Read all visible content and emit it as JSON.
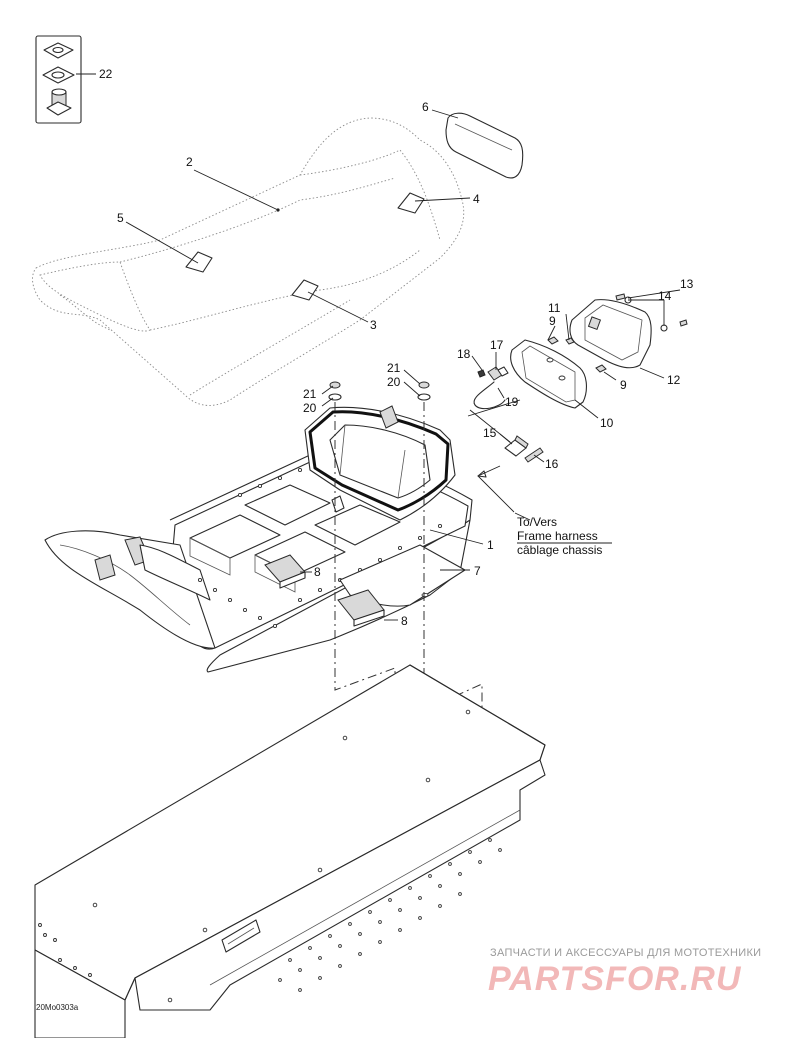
{
  "callouts": {
    "c1": "1",
    "c2": "2",
    "c3": "3",
    "c4": "4",
    "c5": "5",
    "c6": "6",
    "c7": "7",
    "c8a": "8",
    "c8b": "8",
    "c9a": "9",
    "c9b": "9",
    "c10": "10",
    "c11": "11",
    "c12": "12",
    "c13": "13",
    "c14": "14",
    "c15": "15",
    "c16": "16",
    "c17": "17",
    "c18": "18",
    "c19": "19",
    "c20a": "20",
    "c20b": "20",
    "c21a": "21",
    "c21b": "21",
    "c22": "22"
  },
  "harness_note": {
    "line1": "To/Vers",
    "line2": "Frame harness",
    "line3": "câblage chassis"
  },
  "drawing_code": "20Mo0303a",
  "watermark": {
    "tagline": "ЗАПЧАСТИ И АКСЕССУАРЫ ДЛЯ МОТОТЕХНИКИ",
    "logo": "PARTSFOR.RU"
  }
}
